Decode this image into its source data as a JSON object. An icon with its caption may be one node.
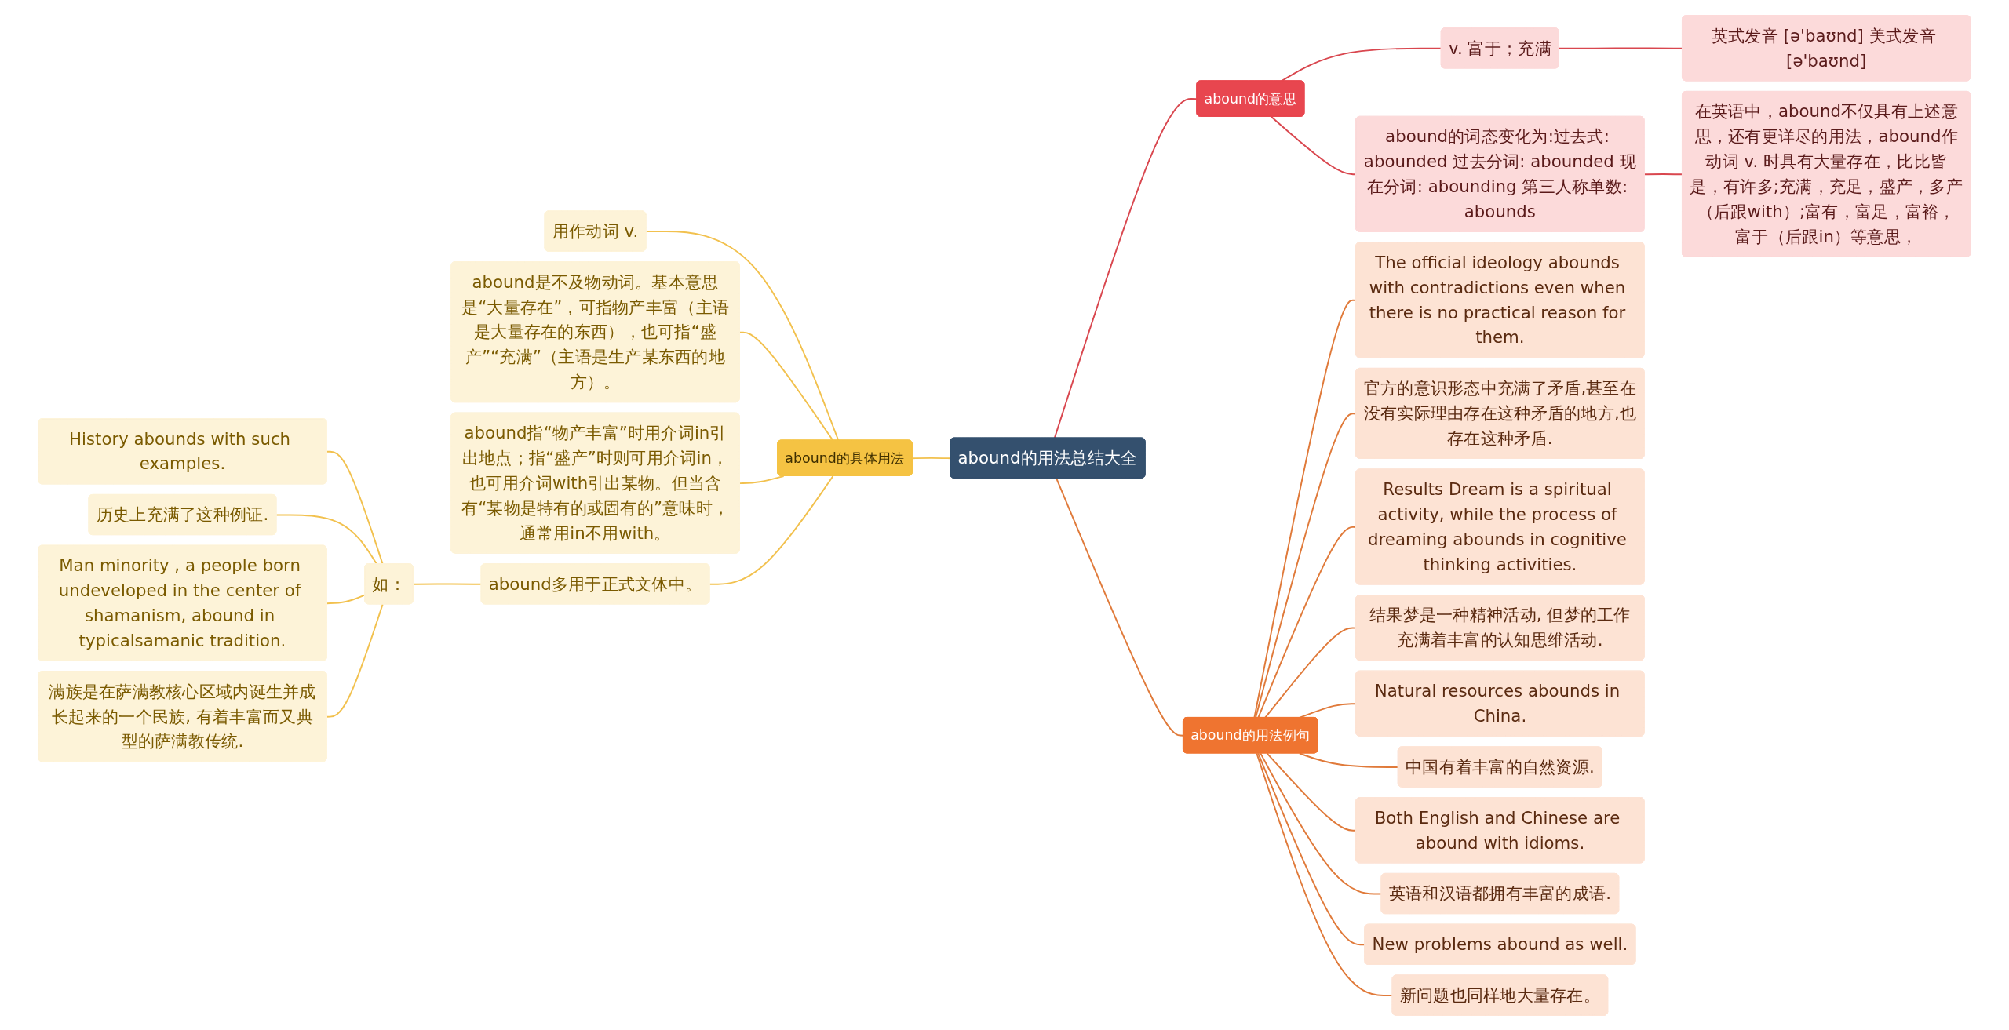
{
  "diagram": {
    "nodes": [
      {
        "text": [
          "abound的用法总结大全"
        ]
      },
      {
        "text": [
          "abound的具体用法"
        ]
      },
      {
        "text": [
          "用作动词 v."
        ]
      },
      {
        "text": [
          "abound是不及物动词。基本意思是“大量存在”，可指物产丰富（主语是大量存在的东西），也可指“盛产”“充满”（主语是生产某东西的地方）。"
        ]
      },
      {
        "text": [
          "abound指“物产丰富”时用介词in引出地点；指“盛产”时则可用介词in，也可用介词with引出某物。但当含有“某物是特有的或固有的”意味时，通常用in不用with。"
        ]
      },
      {
        "text": [
          "abound多用于正式文体中。"
        ]
      },
      {
        "text": [
          "如："
        ]
      },
      {
        "text": [
          "History abounds with such examples."
        ]
      },
      {
        "text": [
          "历史上充满了这种例证."
        ]
      },
      {
        "text": [
          "Man minority , a people born undeveloped in the center of shamanism, abound in typicalsamanic tradition."
        ]
      },
      {
        "text": [
          "满族是在萨满教核心区域内诞生并成长起来的一个民族, 有着丰富而又典型的萨满教传统."
        ]
      },
      {
        "text": [
          "abound的意思"
        ]
      },
      {
        "text": [
          "v. 富于；充满"
        ]
      },
      {
        "text": [
          "英式发音 [ə'baʊnd] 美式发音 [ə'baʊnd]"
        ]
      },
      {
        "text": [
          "abound的词态变化为:过去式: abounded 过去分词: abounded 现在分词: abounding 第三人称单数: abounds"
        ]
      },
      {
        "text": [
          "在英语中，abound不仅具有上述意思，还有更详尽的用法，abound作动词 v. 时具有大量存在，比比皆是，有许多;充满，充足，盛产，多产（后跟with）;富有，富足，富裕，富于（后跟in）等意思，"
        ]
      },
      {
        "text": [
          "abound的用法例句"
        ]
      },
      {
        "text": [
          "The official ideology abounds with contradictions even when there is no practical reason for them."
        ]
      },
      {
        "text": [
          "官方的意识形态中充满了矛盾,甚至在没有实际理由存在这种矛盾的地方,也存在这种矛盾."
        ]
      },
      {
        "text": [
          "Results Dream is a spiritual activity, while the process of dreaming abounds in cognitive thinking activities."
        ]
      },
      {
        "text": [
          "结果梦是一种精神活动, 但梦的工作充满着丰富的认知思维活动."
        ]
      },
      {
        "text": [
          "Natural resources abounds in China."
        ]
      },
      {
        "text": [
          "中国有着丰富的自然资源."
        ]
      },
      {
        "text": [
          "Both English and Chinese are abound with idioms."
        ]
      },
      {
        "text": [
          "英语和汉语都拥有丰富的成语."
        ]
      },
      {
        "text": [
          "New problems abound as well."
        ]
      },
      {
        "text": [
          "新问题也同样地大量存在。"
        ]
      }
    ],
    "edges": [
      {
        "from": 0,
        "to": 1,
        "arrow": "none",
        "color": "#f2c14e"
      },
      {
        "from": 1,
        "to": 2,
        "arrow": "none",
        "color": "#f2c14e"
      },
      {
        "from": 1,
        "to": 3,
        "arrow": "none",
        "color": "#f2c14e"
      },
      {
        "from": 1,
        "to": 4,
        "arrow": "none",
        "color": "#f2c14e"
      },
      {
        "from": 1,
        "to": 5,
        "arrow": "none",
        "color": "#f2c14e"
      },
      {
        "from": 5,
        "to": 6,
        "arrow": "none",
        "color": "#f2c14e"
      },
      {
        "from": 6,
        "to": 7,
        "arrow": "none",
        "color": "#f2c14e"
      },
      {
        "from": 6,
        "to": 8,
        "arrow": "none",
        "color": "#f2c14e"
      },
      {
        "from": 6,
        "to": 9,
        "arrow": "none",
        "color": "#f2c14e"
      },
      {
        "from": 6,
        "to": 10,
        "arrow": "none",
        "color": "#f2c14e"
      },
      {
        "from": 0,
        "to": 11,
        "arrow": "none",
        "color": "#d9474f"
      },
      {
        "from": 11,
        "to": 12,
        "arrow": "none",
        "color": "#d9474f"
      },
      {
        "from": 12,
        "to": 13,
        "arrow": "none",
        "color": "#d9474f"
      },
      {
        "from": 11,
        "to": 14,
        "arrow": "none",
        "color": "#d9474f"
      },
      {
        "from": 14,
        "to": 15,
        "arrow": "none",
        "color": "#d9474f"
      },
      {
        "from": 0,
        "to": 16,
        "arrow": "none"
      },
      {
        "from": 16,
        "to": 17,
        "arrow": "none"
      },
      {
        "from": 16,
        "to": 18,
        "arrow": "none"
      },
      {
        "from": 16,
        "to": 19,
        "arrow": "none"
      },
      {
        "from": 16,
        "to": 20,
        "arrow": "none"
      },
      {
        "from": 16,
        "to": 21,
        "arrow": "none"
      },
      {
        "from": 16,
        "to": 22,
        "arrow": "none"
      },
      {
        "from": 16,
        "to": 23,
        "arrow": "none"
      },
      {
        "from": 16,
        "to": 24,
        "arrow": "none"
      },
      {
        "from": 16,
        "to": 25,
        "arrow": "none"
      },
      {
        "from": 16,
        "to": 26,
        "arrow": "none"
      }
    ]
  }
}
